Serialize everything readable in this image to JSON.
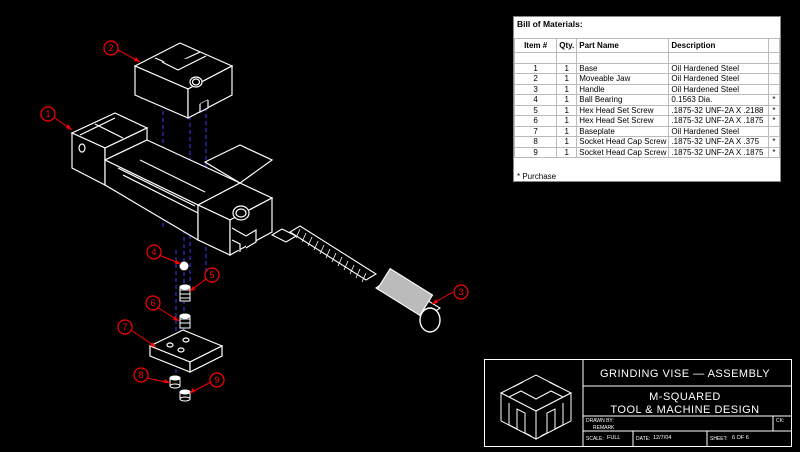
{
  "bom": {
    "title": "Bill of Materials:",
    "headers": [
      "Item #",
      "Qty.",
      "Part Name",
      "Description"
    ],
    "rows": [
      {
        "item": "1",
        "qty": "1",
        "name": "Base",
        "desc": "Oil Hardened Steel",
        "purchase": ""
      },
      {
        "item": "2",
        "qty": "1",
        "name": "Moveable Jaw",
        "desc": "Oil Hardened Steel",
        "purchase": ""
      },
      {
        "item": "3",
        "qty": "1",
        "name": "Handle",
        "desc": "Oil Hardened Steel",
        "purchase": ""
      },
      {
        "item": "4",
        "qty": "1",
        "name": "Ball Bearing",
        "desc": "0.1563 Dia.",
        "purchase": "*"
      },
      {
        "item": "5",
        "qty": "1",
        "name": "Hex Head Set Screw",
        "desc": ".1875-32 UNF-2A X .2188",
        "purchase": "*"
      },
      {
        "item": "6",
        "qty": "1",
        "name": "Hex Head Set Screw",
        "desc": ".1875-32 UNF-2A X .1875",
        "purchase": "*"
      },
      {
        "item": "7",
        "qty": "1",
        "name": "Baseplate",
        "desc": "Oil Hardened Steel",
        "purchase": ""
      },
      {
        "item": "8",
        "qty": "1",
        "name": "Socket Head Cap Screw",
        "desc": ".1875-32 UNF-2A X .375",
        "purchase": "*"
      },
      {
        "item": "9",
        "qty": "1",
        "name": "Socket Head Cap Screw",
        "desc": ".1875-32 UNF-2A X .1875",
        "purchase": "*"
      }
    ],
    "footnote": "* Purchase"
  },
  "title_block": {
    "drawing_title": "GRINDING VISE — ASSEMBLY",
    "company_line1": "M-SQUARED",
    "company_line2": "TOOL & MACHINE DESIGN",
    "drawn_by_label": "DRAWN BY:",
    "ck_label": "CK:",
    "remark_label": "REMARK",
    "scale_label": "SCALE:",
    "scale_value": "FULL",
    "date_label": "DATE:",
    "date_value": "12/7/04",
    "sheet_label": "SHEET:",
    "sheet_value": "6 OF 6"
  },
  "balloons": [
    {
      "num": "1"
    },
    {
      "num": "2"
    },
    {
      "num": "3"
    },
    {
      "num": "4"
    },
    {
      "num": "5"
    },
    {
      "num": "6"
    },
    {
      "num": "7"
    },
    {
      "num": "8"
    },
    {
      "num": "9"
    }
  ],
  "colors": {
    "background": "#000000",
    "linework": "#ffffff",
    "leader": "#ff0000",
    "hidden_line": "#3a3aff"
  }
}
